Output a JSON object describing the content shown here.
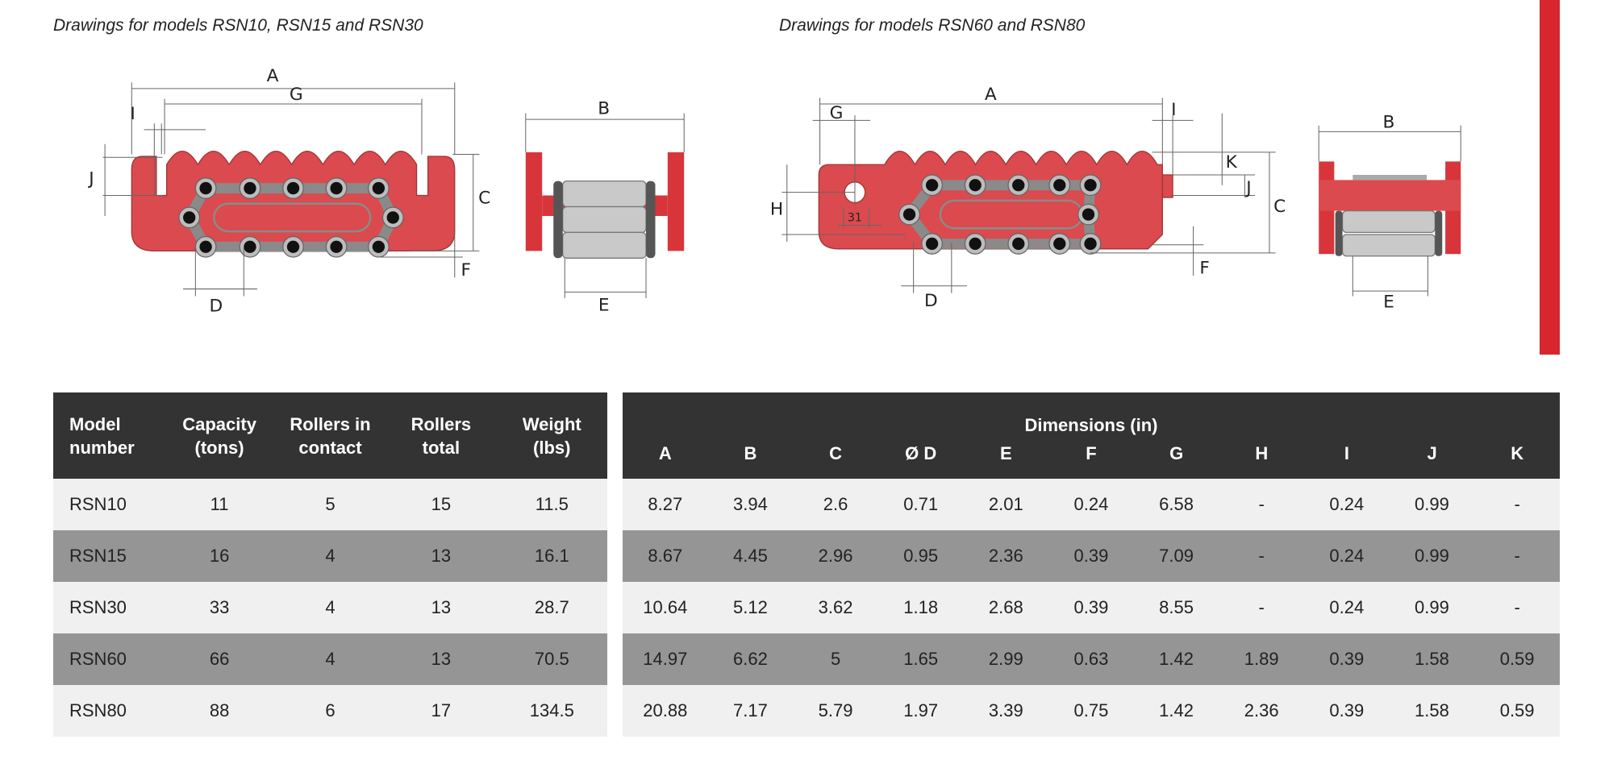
{
  "titles": {
    "left": "Drawings for models RSN10, RSN15 and RSN30",
    "right": "Drawings for models RSN60 and RSN80"
  },
  "drawing_small": {
    "A": "A",
    "G": "G",
    "I": "I",
    "J": "J",
    "C": "C",
    "F": "F",
    "D": "D",
    "B": "B",
    "E": "E"
  },
  "drawing_large": {
    "A": "A",
    "G": "G",
    "I": "I",
    "K": "K",
    "J": "J",
    "C": "C",
    "H": "H",
    "hole": "31",
    "F": "F",
    "D": "D",
    "B": "B",
    "E": "E"
  },
  "colors": {
    "accent": "#d7262e",
    "body": "#db4a4e",
    "header": "#333333",
    "row_light": "#f0f0f0",
    "row_dark": "#959595"
  },
  "left_table": {
    "headers": [
      "Model\nnumber",
      "Capacity\n(tons)",
      "Rollers in\ncontact",
      "Rollers\ntotal",
      "Weight\n(lbs)"
    ],
    "rows": [
      [
        "RSN10",
        "11",
        "5",
        "15",
        "11.5"
      ],
      [
        "RSN15",
        "16",
        "4",
        "13",
        "16.1"
      ],
      [
        "RSN30",
        "33",
        "4",
        "13",
        "28.7"
      ],
      [
        "RSN60",
        "66",
        "4",
        "13",
        "70.5"
      ],
      [
        "RSN80",
        "88",
        "6",
        "17",
        "134.5"
      ]
    ]
  },
  "right_table": {
    "group_header": "Dimensions (in)",
    "headers": [
      "A",
      "B",
      "C",
      "Ø D",
      "E",
      "F",
      "G",
      "H",
      "I",
      "J",
      "K"
    ],
    "rows": [
      [
        "8.27",
        "3.94",
        "2.6",
        "0.71",
        "2.01",
        "0.24",
        "6.58",
        "-",
        "0.24",
        "0.99",
        "-"
      ],
      [
        "8.67",
        "4.45",
        "2.96",
        "0.95",
        "2.36",
        "0.39",
        "7.09",
        "-",
        "0.24",
        "0.99",
        "-"
      ],
      [
        "10.64",
        "5.12",
        "3.62",
        "1.18",
        "2.68",
        "0.39",
        "8.55",
        "-",
        "0.24",
        "0.99",
        "-"
      ],
      [
        "14.97",
        "6.62",
        "5",
        "1.65",
        "2.99",
        "0.63",
        "1.42",
        "1.89",
        "0.39",
        "1.58",
        "0.59"
      ],
      [
        "20.88",
        "7.17",
        "5.79",
        "1.97",
        "3.39",
        "0.75",
        "1.42",
        "2.36",
        "0.39",
        "1.58",
        "0.59"
      ]
    ]
  }
}
